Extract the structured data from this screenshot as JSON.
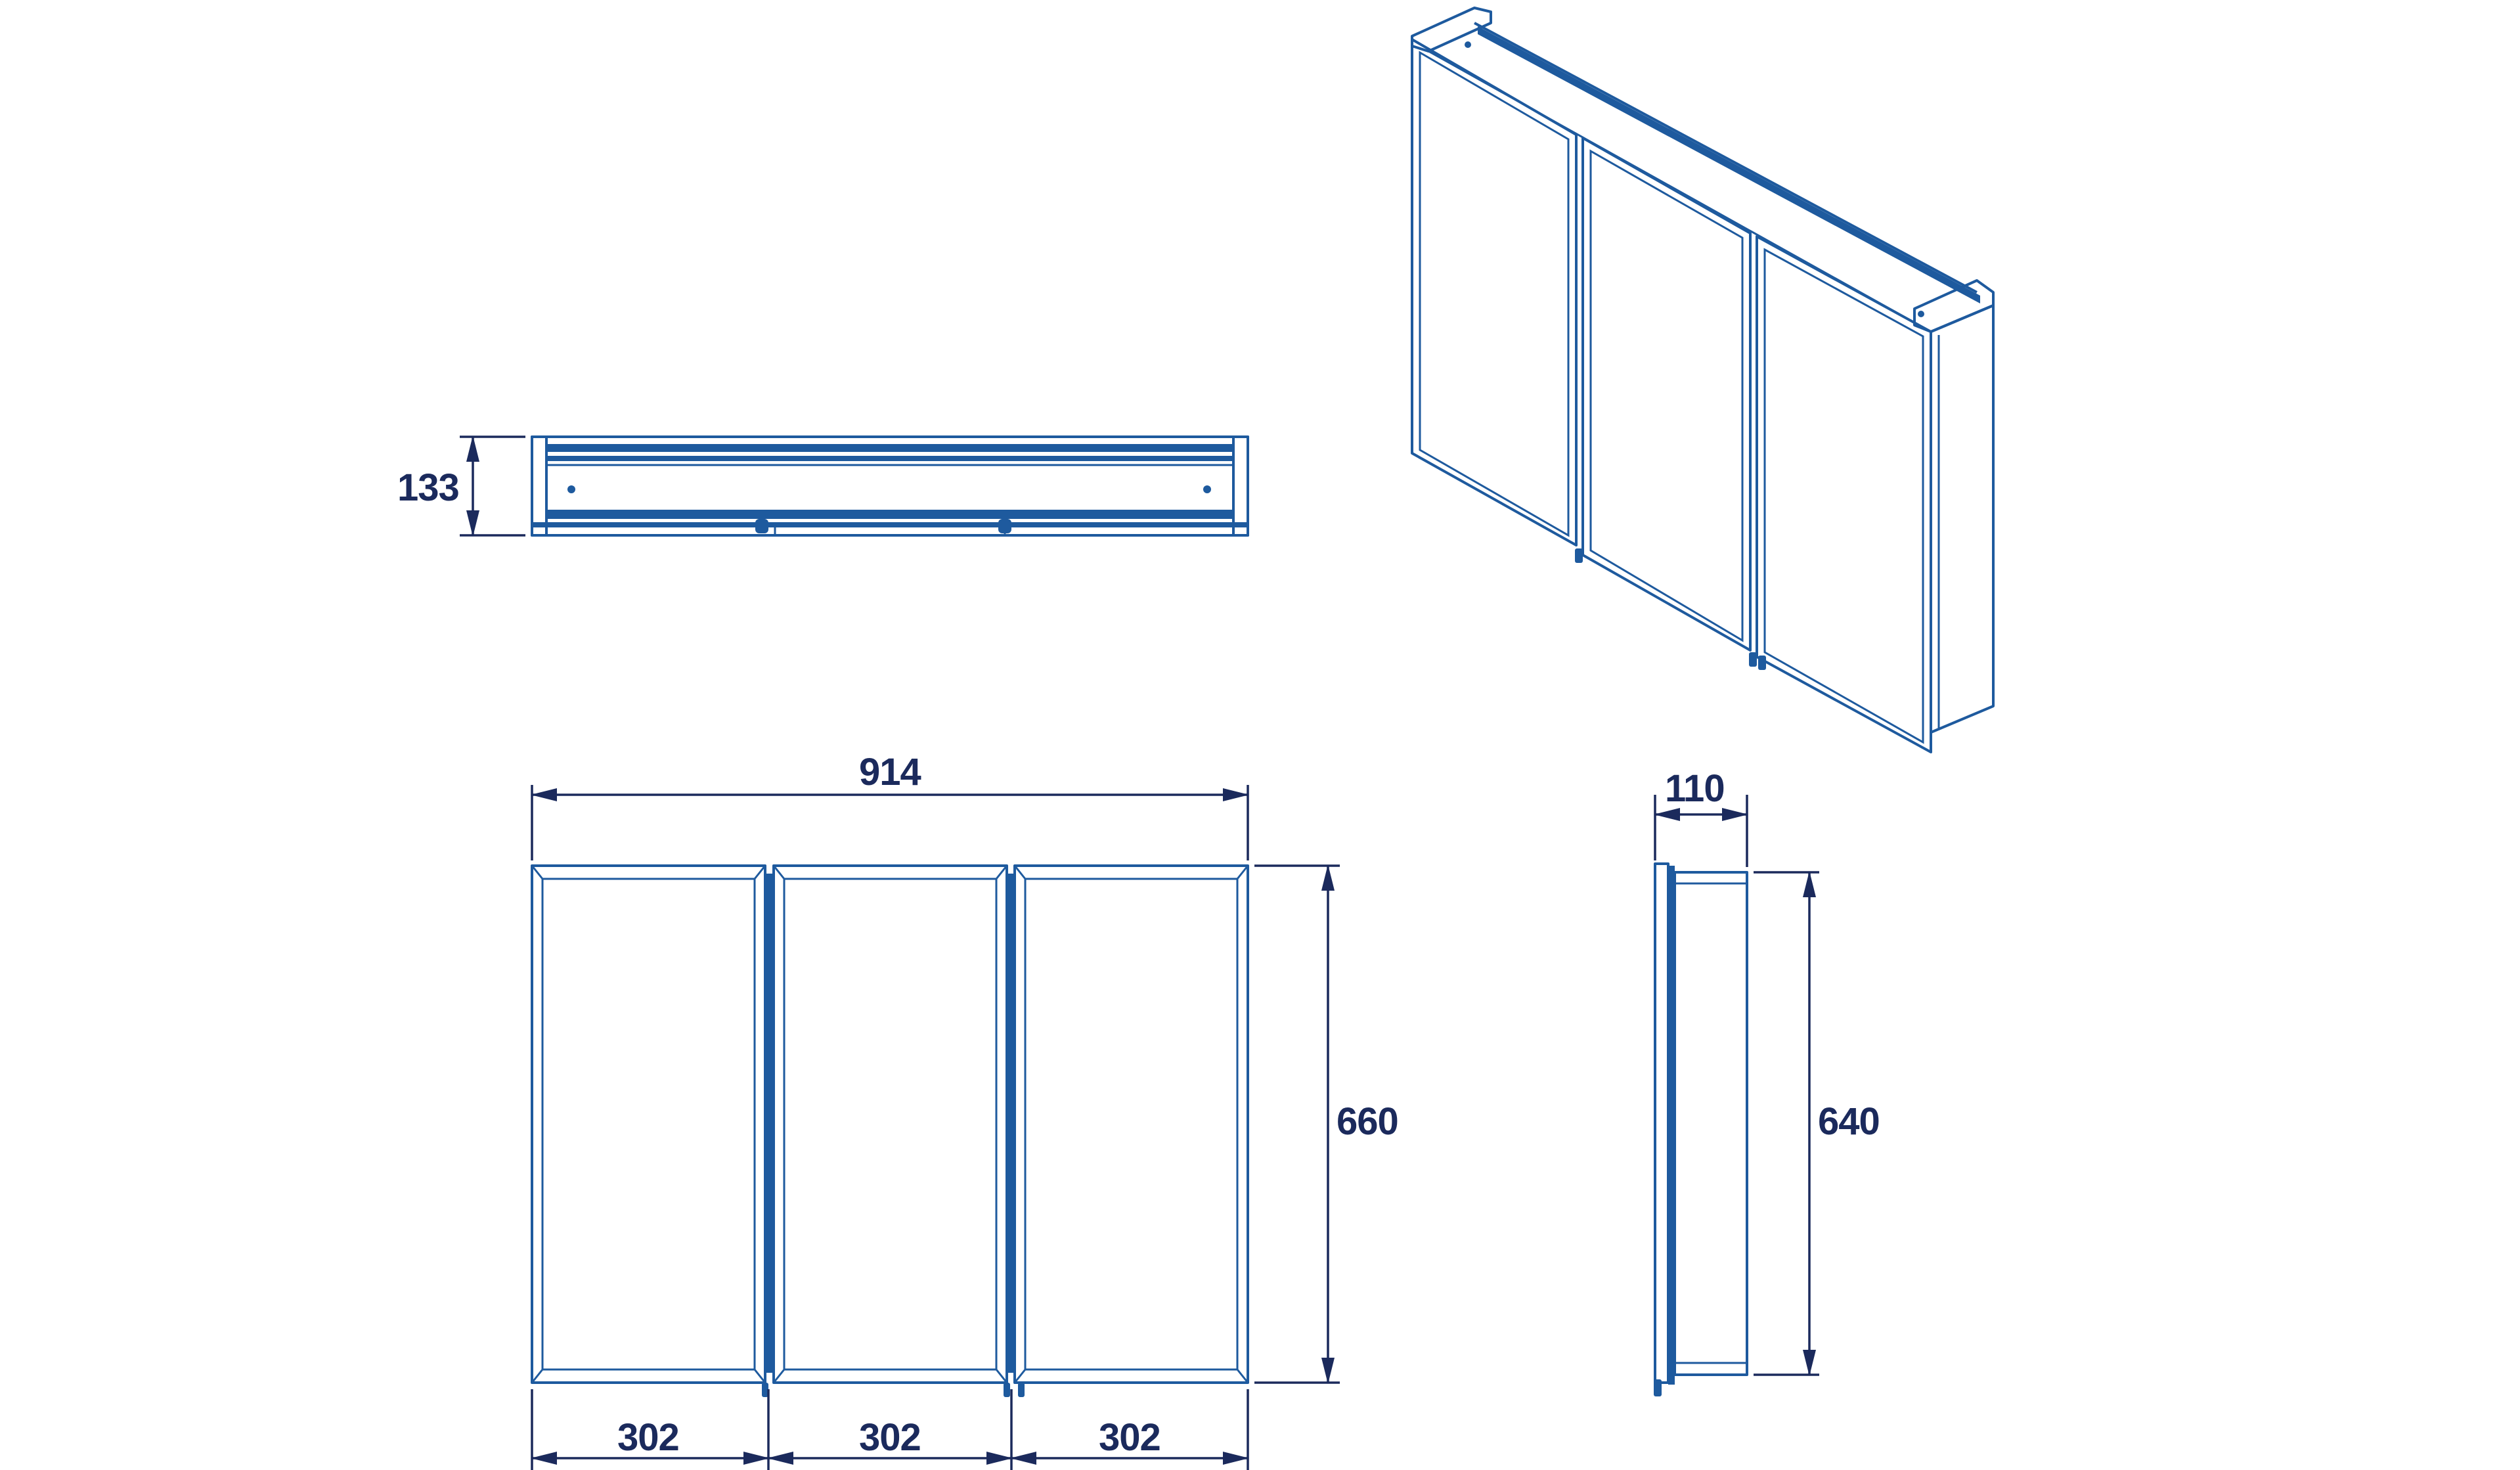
{
  "dimensions": {
    "top_view_depth": "133",
    "overall_width": "914",
    "overall_height": "660",
    "side_depth": "110",
    "side_height": "640",
    "door_width_1": "302",
    "door_width_2": "302",
    "door_width_3": "302"
  },
  "colors": {
    "outline": "#1e5a9e",
    "dimension": "#1b2a5c",
    "background": "#ffffff"
  }
}
